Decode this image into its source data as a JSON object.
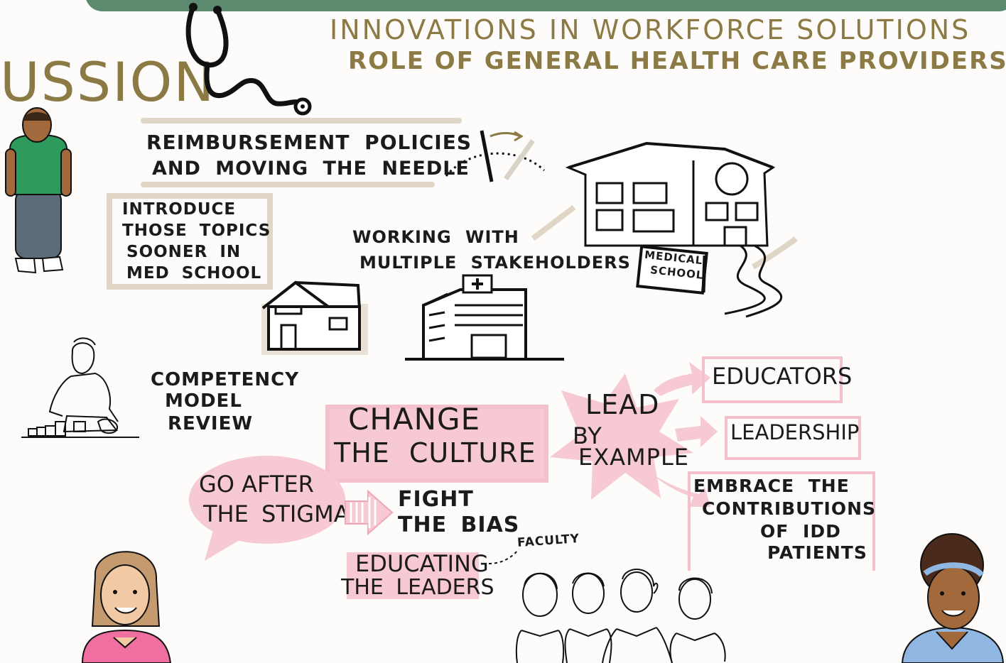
{
  "banner": {
    "color": "#5b8a6f"
  },
  "header": {
    "title_fragment": "USSION",
    "line1": "INNOVATIONS IN WORKFORCE SOLUTIONS",
    "line2": "ROLE OF GENERAL HEALTH CARE PROVIDERS"
  },
  "notes": {
    "reimbursement_line1": "REIMBURSEMENT POLICIES",
    "reimbursement_line2": "AND MOVING THE NEEDLE",
    "introduce": [
      "INTRODUCE",
      "THOSE TOPICS",
      "SOONER IN",
      "MED SCHOOL"
    ],
    "stakeholders_line1": "WORKING WITH",
    "stakeholders_line2": "MULTIPLE STAKEHOLDERS",
    "medical_school_sign": [
      "MEDICAL",
      "SCHOOL"
    ],
    "competency": [
      "COMPETENCY",
      "MODEL",
      "REVIEW"
    ],
    "change_culture_line1": "CHANGE",
    "change_culture_line2": "THE CULTURE",
    "lead_by_example": [
      "LEAD",
      "BY",
      "EXAMPLE"
    ],
    "educators": "EDUCATORS",
    "leadership": "LEADERSHIP",
    "embrace": [
      "EMBRACE THE",
      "CONTRIBUTIONS",
      "OF IDD",
      "PATIENTS"
    ],
    "stigma_line1": "GO AFTER",
    "stigma_line2": "THE STIGMA",
    "fight_line1": "FIGHT",
    "fight_line2": "THE BIAS",
    "educating_line1": "EDUCATING",
    "educating_line2": "THE LEADERS",
    "faculty": "FACULTY"
  },
  "colors": {
    "gold": "#8c7a45",
    "pink": "#f6c9d3",
    "tan": "#e0d6c6",
    "green_shirt": "#2e9a5c",
    "pink_shirt": "#ef6fa0",
    "blue_shirt": "#8fb7e2",
    "skin": "#a26a3c"
  },
  "icons": [
    "stethoscope-icon",
    "needle-gauge-icon",
    "medical-school-icon",
    "house-icon",
    "hospital-icon",
    "child-with-blocks-icon",
    "faculty-group-icon"
  ]
}
